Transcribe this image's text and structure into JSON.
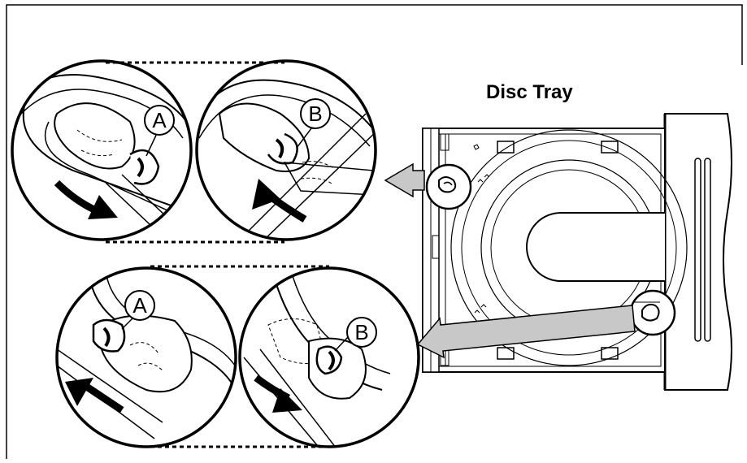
{
  "title": "Disc Tray",
  "callouts": {
    "top_left": "A",
    "top_right": "B",
    "bottom_left": "A",
    "bottom_right": "B"
  },
  "colors": {
    "line": "#000000",
    "pointer_arrow": "#c8c8c8",
    "background": "#ffffff"
  }
}
